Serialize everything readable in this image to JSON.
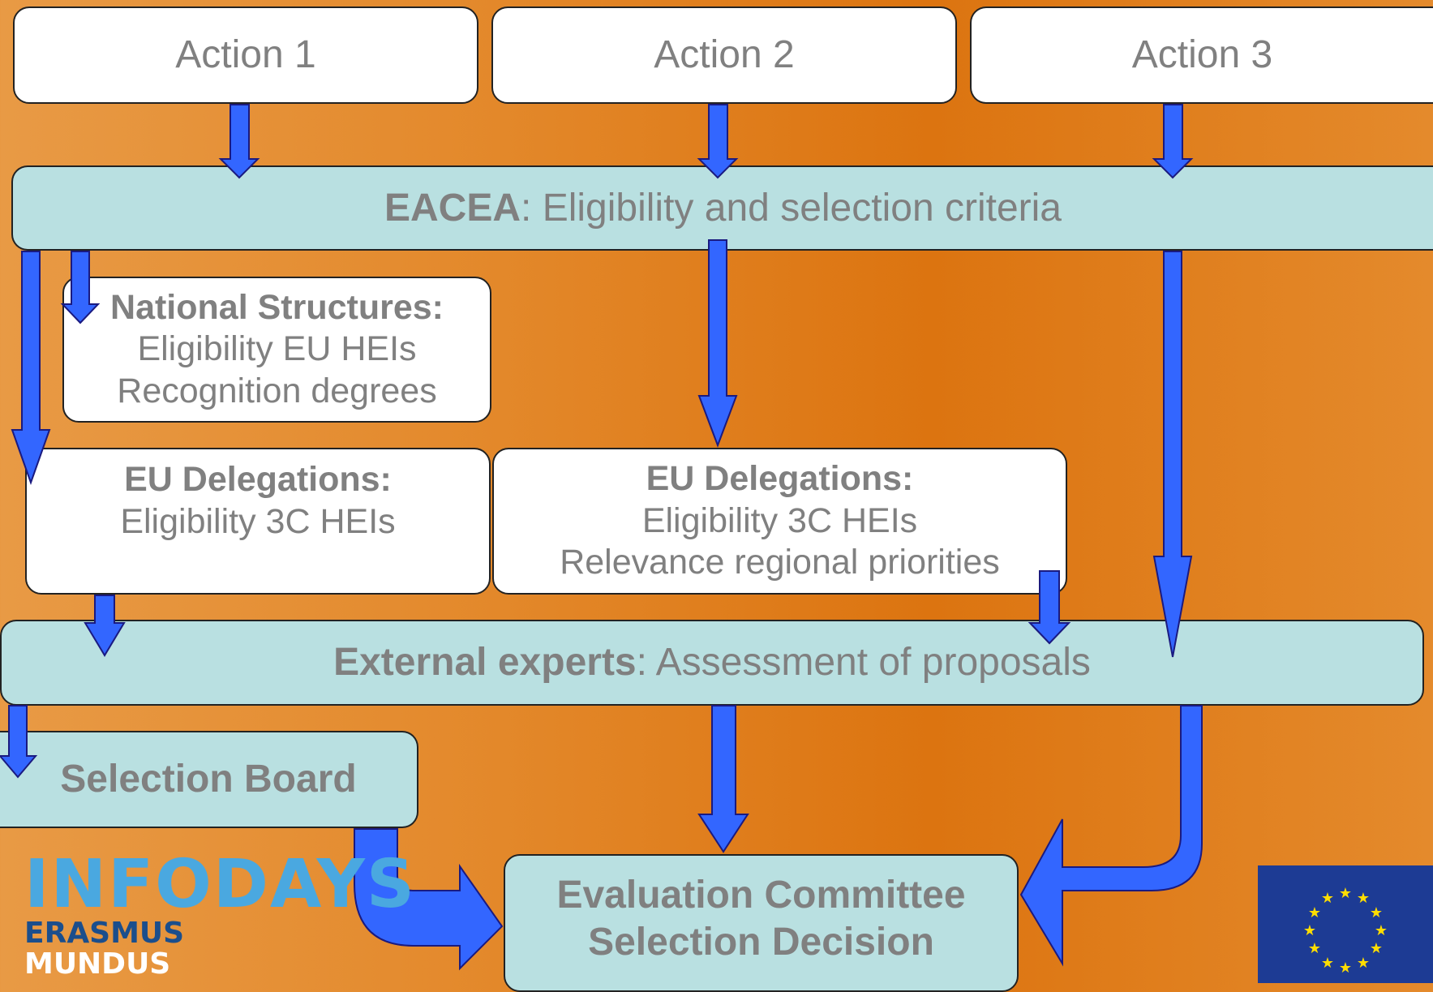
{
  "actions": [
    "Action 1",
    "Action 2",
    "Action 3"
  ],
  "eacea": {
    "bold": "EACEA",
    "text": ": Eligibility and selection criteria"
  },
  "national_structures": {
    "title": "National Structures:",
    "lines": [
      "Eligibility EU HEIs",
      "Recognition degrees"
    ]
  },
  "eu_delegations_left": {
    "title": "EU Delegations:",
    "lines": [
      "Eligibility 3C HEIs"
    ]
  },
  "eu_delegations_right": {
    "title": "EU Delegations:",
    "lines": [
      "Eligibility 3C HEIs",
      "Relevance regional priorities"
    ]
  },
  "external_experts": {
    "bold": "External experts",
    "text": ": Assessment of proposals"
  },
  "selection_board": "Selection Board",
  "evaluation_committee": [
    "Evaluation Committee",
    "Selection Decision"
  ],
  "logo": {
    "line1": "INFODAYS",
    "line2": "ERASMUS",
    "line3": "MUNDUS"
  },
  "colors": {
    "arrow": "#3366ff",
    "box_teal": "#b9e0e1",
    "box_white": "#ffffff",
    "text": "#808080",
    "background": "#e08020",
    "eu_flag": "#1d3b94",
    "eu_star": "#ffdd00"
  }
}
